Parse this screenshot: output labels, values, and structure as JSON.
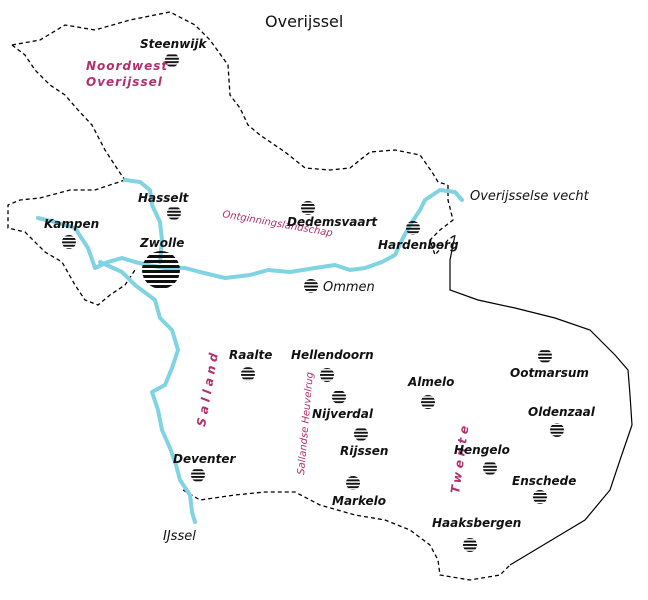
{
  "map": {
    "title": "Overijssel",
    "colors": {
      "river": "#7fd3e3",
      "region_label": "#b0306e",
      "border": "#000000"
    },
    "regions": {
      "noordwest_line1": "Noordwest",
      "noordwest_line2": "Overijssel",
      "ontginningslandschap": "Ontginningslandschap",
      "salland": "Salland",
      "sallandse_heuvelrug": "Sallandse Heuvelrug",
      "twente": "Twente"
    },
    "rivers": {
      "vecht": "Overijsselse vecht",
      "ijssel": "IJssel"
    },
    "cities": {
      "steenwijk": "Steenwijk",
      "hasselt": "Hasselt",
      "kampen": "Kampen",
      "zwolle": "Zwolle",
      "dedemsvaart": "Dedemsvaart",
      "hardenberg": "Hardenberg",
      "ommen": "Ommen",
      "raalte": "Raalte",
      "hellendoorn": "Hellendoorn",
      "nijverdal": "Nijverdal",
      "rijssen": "Rijssen",
      "almelo": "Almelo",
      "ootmarsum": "Ootmarsum",
      "oldenzaal": "Oldenzaal",
      "hengelo": "Hengelo",
      "enschede": "Enschede",
      "deventer": "Deventer",
      "markelo": "Markelo",
      "haaksbergen": "Haaksbergen"
    }
  }
}
